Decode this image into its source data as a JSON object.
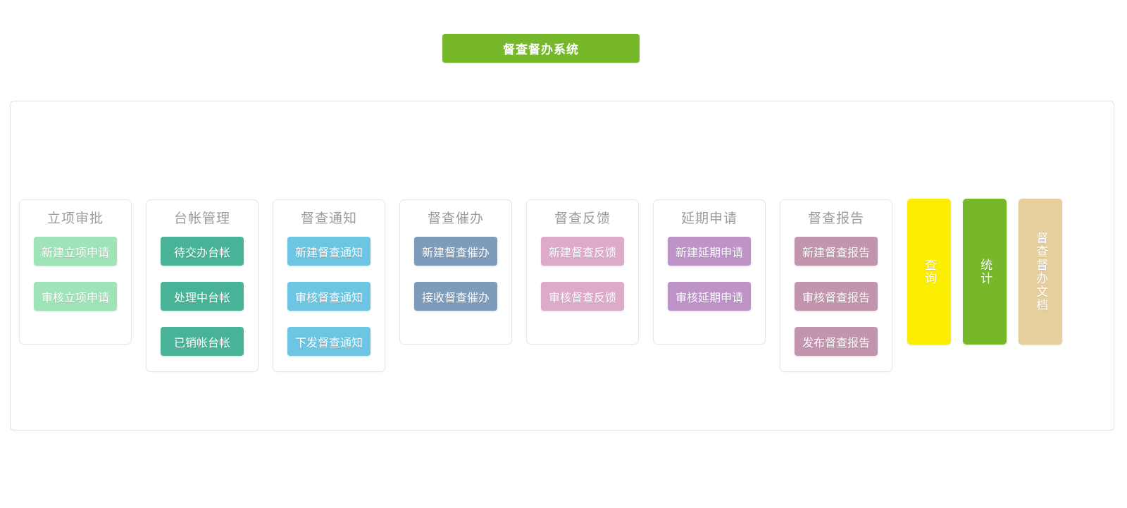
{
  "header": {
    "system_title": "督查督办系统",
    "title_color": "#76b82a",
    "title_text_color": "#ffffff"
  },
  "columns": [
    {
      "title": "立项审批",
      "color": "#9ee4b8",
      "buttons": [
        "新建立项申请",
        "审核立项申请"
      ]
    },
    {
      "title": "台帐管理",
      "color": "#48b397",
      "buttons": [
        "待交办台帐",
        "处理中台帐",
        "已销帐台帐"
      ]
    },
    {
      "title": "督查通知",
      "color": "#6cc5e3",
      "buttons": [
        "新建督查通知",
        "审核督查通知",
        "下发督查通知"
      ]
    },
    {
      "title": "督查催办",
      "color": "#7d9cbb",
      "buttons": [
        "新建督查催办",
        "接收督查催办"
      ]
    },
    {
      "title": "督查反馈",
      "color": "#ddaaca",
      "buttons": [
        "新建督查反馈",
        "审核督查反馈"
      ]
    },
    {
      "title": "延期申请",
      "color": "#bd93c8",
      "buttons": [
        "新建延期申请",
        "审核延期申请"
      ]
    },
    {
      "title": "督查报告",
      "color": "#c294ad",
      "buttons": [
        "新建督查报告",
        "审核督查报告",
        "发布督查报告"
      ]
    }
  ],
  "side_buttons": [
    {
      "label": "查询",
      "color": "#fbee00"
    },
    {
      "label": "统计",
      "color": "#76b82a"
    },
    {
      "label": "督查督办文档",
      "color": "#e7cf9d"
    }
  ]
}
